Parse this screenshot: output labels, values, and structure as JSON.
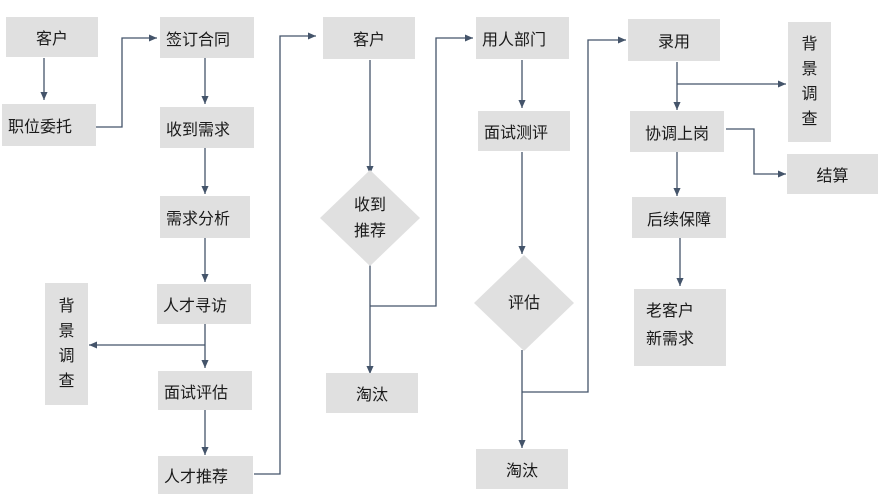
{
  "colors": {
    "box": "#e0e0e0",
    "line": "#44546a",
    "text": "#1a1a1a"
  },
  "col1": {
    "client": "客户",
    "commission": "职位委托"
  },
  "col2": {
    "sign_contract": "签订合同",
    "receive_demand": "收到需求",
    "demand_analysis": "需求分析",
    "talent_search": "人才寻访",
    "interview_eval": "面试评估",
    "talent_recommend": "人才推荐"
  },
  "side_bg_check_left": [
    "背",
    "景",
    "调",
    "查"
  ],
  "col3": {
    "client": "客户",
    "decision_lines": [
      "收到",
      "推荐"
    ],
    "eliminate": "淘汰"
  },
  "col4": {
    "hiring_dept": "用人部门",
    "interview_test": "面试测评",
    "decision": "评估",
    "eliminate": "淘汰"
  },
  "col5": {
    "hire": "录用",
    "onboard": "协调上岗",
    "follow_up": "后续保障",
    "old_client_lines": [
      "老客户",
      "新需求"
    ]
  },
  "side_bg_check_right": [
    "背",
    "景",
    "调",
    "查"
  ],
  "settlement": "结算"
}
